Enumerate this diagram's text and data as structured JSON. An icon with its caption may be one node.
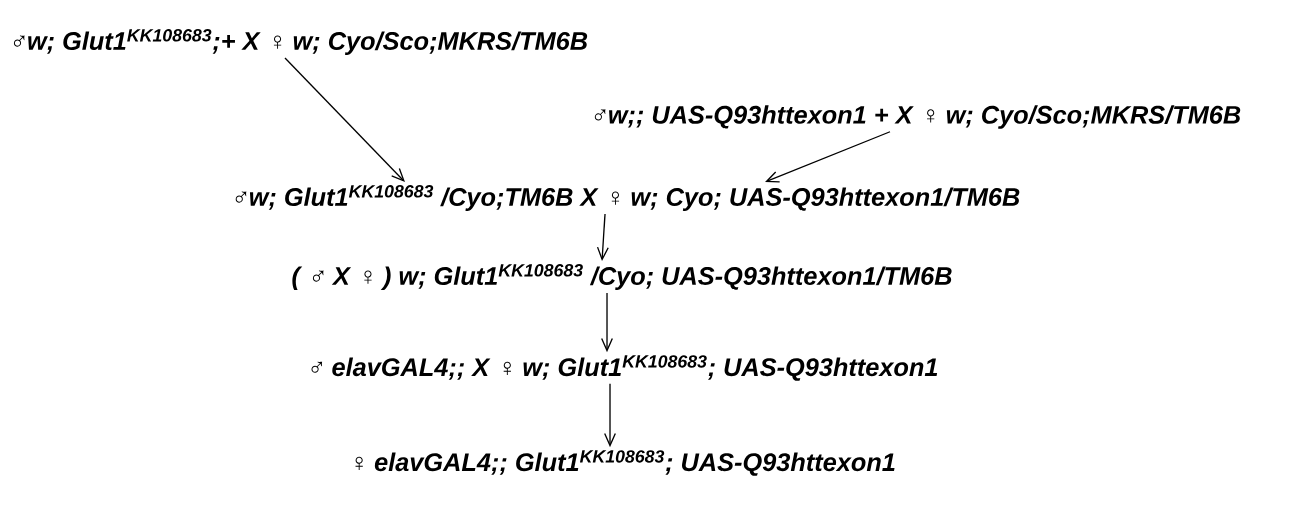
{
  "diagram": {
    "nodes": [
      {
        "text": [
          "♂w; Glut1$^{KK108683}$;+ X ♀ w; Cyo/Sco;MKRS/TM6B"
        ]
      },
      {
        "text": [
          "♂w;; UAS-Q93httexon1 + X ♀ w; Cyo/Sco;MKRS/TM6B"
        ]
      },
      {
        "text": [
          "♂w; Glut1$^{KK108683}$ /Cyo;TM6B X ♀ w; Cyo; UAS-Q93httexon1/TM6B"
        ]
      },
      {
        "text": [
          "( ♂ X ♀ ) w; Glut1$^{KK108683}$ /Cyo; UAS-Q93httexon1/TM6B"
        ]
      },
      {
        "text": [
          "♂ elavGAL4;; X ♀ w; Glut1$^{KK108683}$; UAS-Q93httexon1"
        ]
      },
      {
        "text": [
          "♀ elavGAL4;; Glut1$^{KK108683}$; UAS-Q93httexon1"
        ]
      }
    ],
    "edges": [
      {
        "from": 0,
        "to": 2,
        "arrow": "to"
      },
      {
        "from": 1,
        "to": 2,
        "arrow": "to"
      },
      {
        "from": 2,
        "to": 3,
        "arrow": "to"
      },
      {
        "from": 3,
        "to": 4,
        "arrow": "to"
      },
      {
        "from": 4,
        "to": 5,
        "arrow": "to"
      }
    ]
  }
}
